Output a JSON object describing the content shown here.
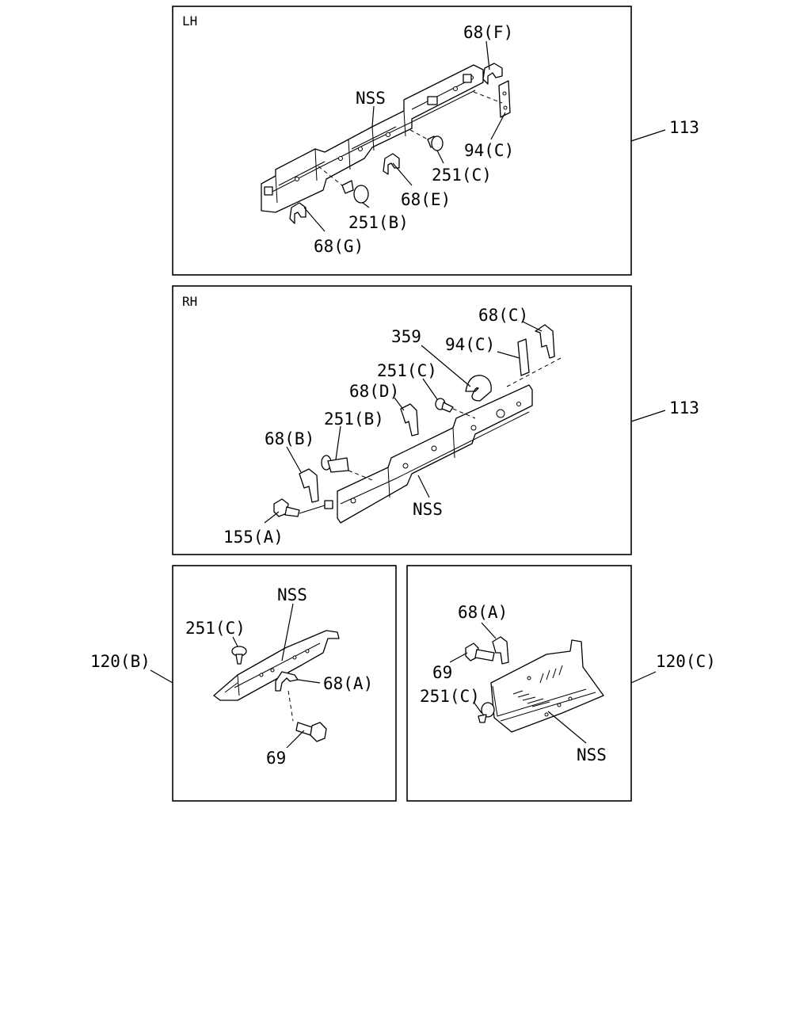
{
  "panels": {
    "lh": {
      "side": "LH",
      "ref": "113",
      "labels": {
        "p68f": "68(F)",
        "nss": "NSS",
        "p94c": "94(C)",
        "p251c": "251(C)",
        "p68e": "68(E)",
        "p251b": "251(B)",
        "p68g": "68(G)"
      }
    },
    "rh": {
      "side": "RH",
      "ref": "113",
      "labels": {
        "p68c": "68(C)",
        "p359": "359",
        "p94c": "94(C)",
        "p251c": "251(C)",
        "p68d": "68(D)",
        "p251b": "251(B)",
        "p68b": "68(B)",
        "nss": "NSS",
        "p155a": "155(A)"
      }
    },
    "b": {
      "ref": "120(B)",
      "labels": {
        "nss": "NSS",
        "p251c": "251(C)",
        "p68a": "68(A)",
        "p69": "69"
      }
    },
    "c": {
      "ref": "120(C)",
      "labels": {
        "p68a": "68(A)",
        "p69": "69",
        "p251c": "251(C)",
        "nss": "NSS"
      }
    }
  }
}
